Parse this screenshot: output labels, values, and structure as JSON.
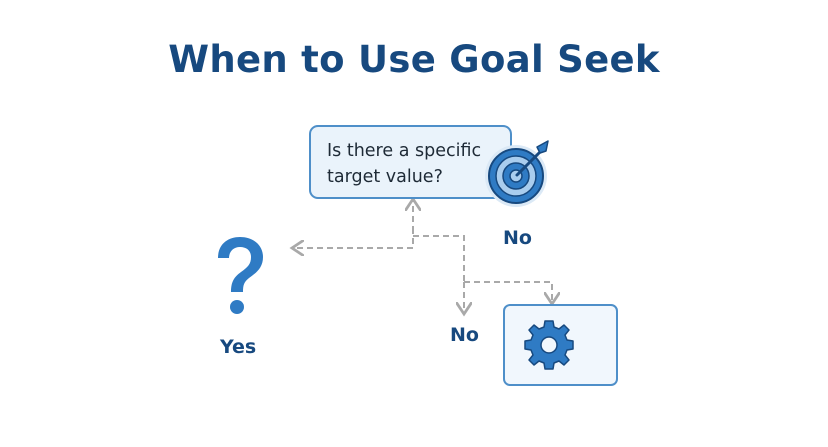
{
  "title": "When to Use Goal Seek",
  "question": {
    "line1": "Is there a specific",
    "line2": "target value?"
  },
  "labels": {
    "no_top": "No",
    "no_bottom": "No",
    "yes": "Yes"
  },
  "icons": {
    "question": "target-icon",
    "yes": "question-mark-icon",
    "no": "gear-icon"
  },
  "colors": {
    "title": "#17497f",
    "accent": "#2f7bc4",
    "box_border": "#4e8fc9",
    "box_fill": "#eaf3fb",
    "connector": "#a9a9a9"
  }
}
